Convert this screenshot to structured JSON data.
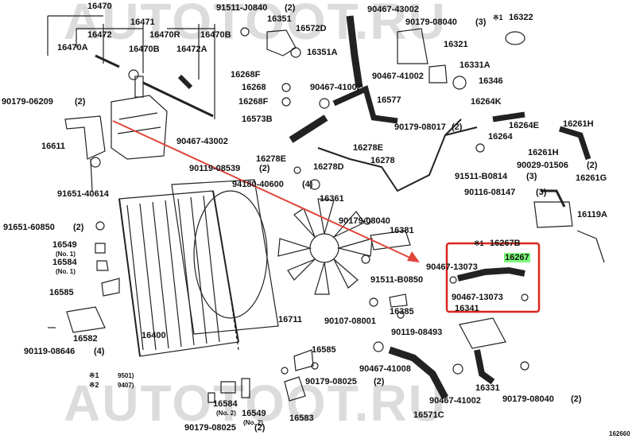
{
  "watermark": {
    "top": "AUTOTOOT.RU",
    "bottom": "AUTOTOOT.RU"
  },
  "diagram_id": "162660",
  "highlight_color": "#7cfc7c",
  "arrow_color": "#e0453a",
  "box_color": "#d9261c",
  "note": {
    "mark1": "※1",
    "code1": "9501)",
    "mark2": "※2",
    "code2": "9407)"
  },
  "labels": {
    "l16470": "16470",
    "l16471": "16471",
    "l16472": "16472",
    "l16470R": "16470R",
    "l16470B_1": "16470B",
    "l16470A": "16470A",
    "l16470B_2": "16470B",
    "l16472A": "16472A",
    "l90179_06209": "90179-06209",
    "n2_a": "(2)",
    "l16611": "16611",
    "l91651_40614": "91651-40614",
    "l91651_60850": "91651-60850",
    "n2_b": "(2)",
    "l16549_a": "16549",
    "no1_a": "(No. 1)",
    "l16584_a": "16584",
    "no1_b": "(No. 1)",
    "l16585_a": "16585",
    "l16582": "16582",
    "l90119_08646": "90119-08646",
    "n4": "(4)",
    "l16400": "16400",
    "l16584_b": "16584",
    "no2_a": "(No. 2)",
    "l16549_b": "16549",
    "no2_b": "(No. 2)",
    "l90179_08025_b": "90179-08025",
    "n2_c": "(2)",
    "l91511_J0840": "91511-J0840",
    "n2_d": "(2)",
    "l16351": "16351",
    "l16572D": "16572D",
    "l16351A": "16351A",
    "l90467_43002_a": "90467-43002",
    "l90179_08040_a": "90179-08040",
    "n3_a": "(3)",
    "m1": "※1",
    "l16322": "16322",
    "l16321": "16321",
    "l16331A": "16331A",
    "l90467_41002_a": "90467-41002",
    "l16346": "16346",
    "l16268F_a": "16268F",
    "l16268": "16268",
    "l16268F_b": "16268F",
    "l16573B": "16573B",
    "l90467_41002_b": "90467-41002",
    "l16577": "16577",
    "l16264K": "16264K",
    "l16264E": "16264E",
    "l16264": "16264",
    "l90179_08017": "90179-08017",
    "n2_e": "(2)",
    "l16261H_a": "16261H",
    "l16261H_b": "16261H",
    "l90467_43002_b": "90467-43002",
    "l16278E_a": "16278E",
    "l16278E_b": "16278E",
    "l16278D": "16278D",
    "l16278": "16278",
    "l91511_B0814": "91511-B0814",
    "n3_b": "(3)",
    "l90029_01506": "90029-01506",
    "n2_f": "(2)",
    "l16261G": "16261G",
    "l90116_08147": "90116-08147",
    "n3_c": "(3)",
    "l16119A": "16119A",
    "l90119_08539": "90119-08539",
    "n2_g": "(2)",
    "l94180_40600": "94180-40600",
    "n4_b": "(4)",
    "l16361": "16361",
    "l90179_08040_b": "90179-08040",
    "l16381": "16381",
    "l90467_13073_a": "90467-13073",
    "m2": "※1",
    "l16267B": "16267B",
    "l16267": "16267",
    "l90467_13073_b": "90467-13073",
    "l16341": "16341",
    "l91511_B0850": "91511-B0850",
    "l16385": "16385",
    "l90107_08001": "90107-08001",
    "l90119_08493": "90119-08493",
    "l16711": "16711",
    "l16585_b": "16585",
    "l90467_41008": "90467-41008",
    "l90179_08025_a": "90179-08025",
    "n2_h": "(2)",
    "l16583": "16583",
    "l16571C": "16571C",
    "l90467_41002_c": "90467-41002",
    "l16331": "16331",
    "l90179_08040_c": "90179-08040",
    "n2_i": "(2)"
  }
}
